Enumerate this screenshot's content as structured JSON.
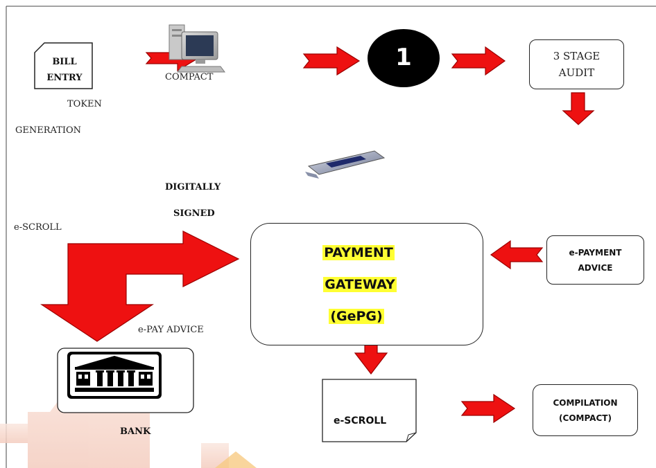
{
  "nodes": {
    "bill_entry": [
      "BILL",
      "ENTRY"
    ],
    "compact": "COMPACT",
    "token": "TOKEN",
    "generation": "GENERATION",
    "step_number": "1",
    "audit": [
      "3 STAGE",
      "AUDIT"
    ],
    "digitally": "DIGITALLY",
    "signed": "SIGNED",
    "e_scroll_left": "e-SCROLL",
    "payment_gateway": [
      "PAYMENT",
      "GATEWAY",
      "(GePG)"
    ],
    "e_payment_advice": [
      "e-PAYMENT",
      "ADVICE"
    ],
    "e_pay_advice": "e-PAY ADVICE",
    "bank": "BANK",
    "e_scroll_doc": "e-SCROLL",
    "compilation": [
      "COMPILATION",
      "(COMPACT)"
    ]
  },
  "colors": {
    "arrow": "#ee1111",
    "highlight": "#ffff33",
    "watermark": "#f3d9cf"
  },
  "icons": [
    "computer-icon",
    "usb-token-icon",
    "bank-building-icon"
  ]
}
